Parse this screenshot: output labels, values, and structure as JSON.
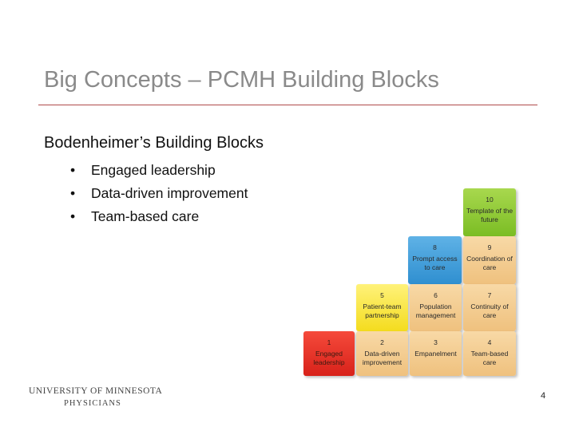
{
  "slide": {
    "title": "Big Concepts – PCMH Building Blocks",
    "subtitle": "Bodenheimer’s Building Blocks",
    "bullet_glyph": "•",
    "bullets": [
      "Engaged leadership",
      "Data-driven improvement",
      "Team-based care"
    ],
    "page_number": "4"
  },
  "blocks": [
    {
      "number": "1",
      "label": "Engaged leadership",
      "color": "#e8281c"
    },
    {
      "number": "2",
      "label": "Data-driven improvement",
      "color": "#f2c98b"
    },
    {
      "number": "3",
      "label": "Empanelment",
      "color": "#f2c98b"
    },
    {
      "number": "4",
      "label": "Team-based care",
      "color": "#f2c98b"
    },
    {
      "number": "5",
      "label": "Patient-team partnership",
      "color": "#f6e03a"
    },
    {
      "number": "6",
      "label": "Population management",
      "color": "#f2c98b"
    },
    {
      "number": "7",
      "label": "Continuity of care",
      "color": "#f2c98b"
    },
    {
      "number": "8",
      "label": "Prompt access to care",
      "color": "#3b9ad8"
    },
    {
      "number": "9",
      "label": "Coordination of care",
      "color": "#f2c98b"
    },
    {
      "number": "10",
      "label": "Template of the future",
      "color": "#8cc63f"
    }
  ],
  "footer": {
    "logo_line1": "UNIVERSITY OF MINNESOTA",
    "logo_line2": "PHYSICIANS"
  }
}
